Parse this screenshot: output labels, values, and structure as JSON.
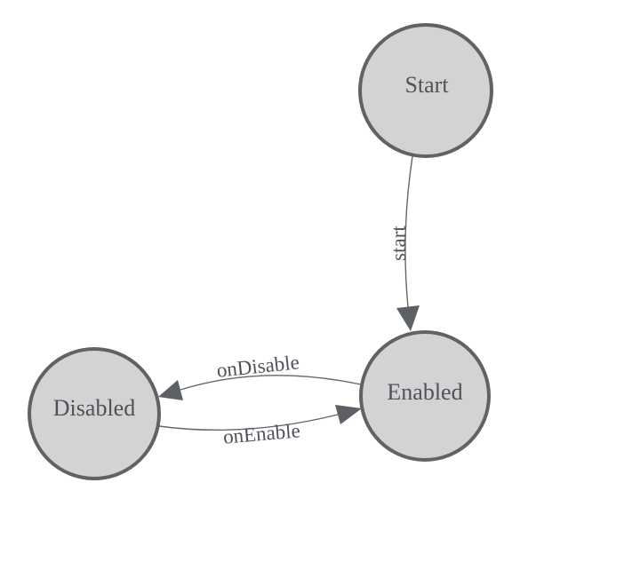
{
  "diagram": {
    "type": "state-machine",
    "states": [
      {
        "id": "start",
        "label": "Start"
      },
      {
        "id": "enabled",
        "label": "Enabled"
      },
      {
        "id": "disabled",
        "label": "Disabled"
      }
    ],
    "transitions": [
      {
        "from": "Start",
        "to": "Enabled",
        "label": "start"
      },
      {
        "from": "Enabled",
        "to": "Disabled",
        "label": "onDisable"
      },
      {
        "from": "Disabled",
        "to": "Enabled",
        "label": "onEnable"
      }
    ]
  },
  "colors": {
    "canvas_bg": "#ffffff",
    "node_fill": "#d3d3d3",
    "node_stroke": "#606366",
    "edge_stroke": "#666666",
    "arrow_fill": "#5d6064",
    "label_text": "#4e525a"
  }
}
